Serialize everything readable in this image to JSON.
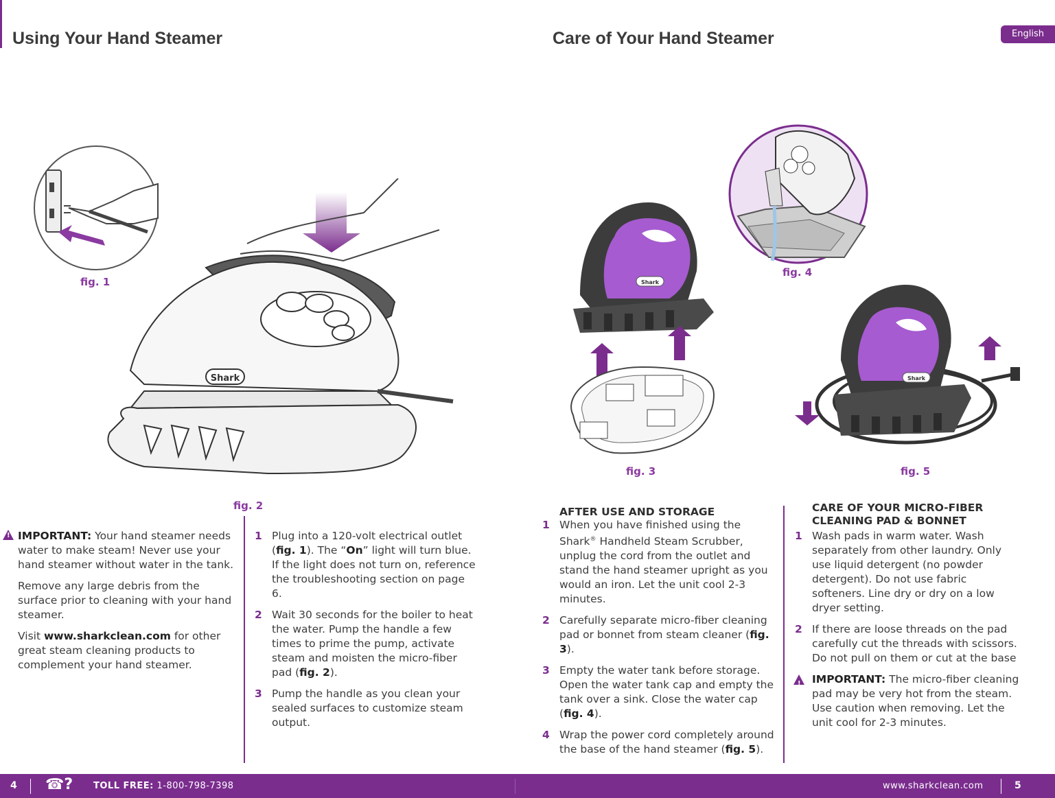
{
  "left_page": {
    "title": "Using Your Hand Steamer",
    "fig1_label": "fig. 1",
    "fig2_label": "fig. 2",
    "brand_badge": "Shark",
    "important_label": "IMPORTANT:",
    "important_text": " Your hand steamer needs water to make steam! Never use your hand steamer without water in the tank.",
    "debris_text": "Remove any large debris from the surface prior to cleaning with your hand steamer.",
    "visit_prefix": "Visit ",
    "visit_link": "www.sharkclean.com",
    "visit_suffix": " for other great steam cleaning products to complement your hand steamer.",
    "steps": [
      {
        "num": "1",
        "a": "Plug into a 120-volt electrical outlet (",
        "b": "fig. 1",
        "c": "). The “",
        "d": "On",
        "e": "” light will turn blue. If the light does not turn on, reference the troubleshooting section on page 6."
      },
      {
        "num": "2",
        "a": "Wait 30 seconds for the boiler to heat the water. Pump the handle a few times to prime the pump, activate steam and moisten the micro-fiber pad (",
        "b": "fig. 2",
        "c": ")."
      },
      {
        "num": "3",
        "a": "Pump the handle as you clean your sealed surfaces to customize steam output."
      }
    ]
  },
  "right_page": {
    "title": "Care of Your Hand Steamer",
    "language_tab": "English",
    "fig3_label": "fig. 3",
    "fig4_label": "fig. 4",
    "fig5_label": "fig. 5",
    "brand_badge": "Shark",
    "storage_heading": "AFTER USE AND STORAGE",
    "storage_steps": [
      {
        "num": "1",
        "a": "When you have finished using the ",
        "brand": "Shark",
        "reg": "®",
        "c": " Handheld Steam Scrubber, unplug the cord from the outlet and stand the hand steamer upright as you would an iron. Let the unit cool 2-3 minutes."
      },
      {
        "num": "2",
        "a": "Carefully separate micro-fiber cleaning pad or bonnet from steam cleaner (",
        "b": "fig. 3",
        "c": ")."
      },
      {
        "num": "3",
        "a": "Empty the water tank before storage. Open the water tank cap and empty the tank over a sink. Close the water cap (",
        "b": "fig. 4",
        "c": ")."
      },
      {
        "num": "4",
        "a": "Wrap the power cord completely around the base of the hand steamer (",
        "b": "fig. 5",
        "c": ")."
      }
    ],
    "care_heading": "CARE OF YOUR MICRO-FIBER CLEANING PAD & BONNET",
    "care_steps": [
      {
        "num": "1",
        "a": "Wash pads in warm water. Wash separately from other laundry. Only use liquid detergent (no powder detergent). Do not use fabric softeners. Line dry or dry on a low dryer setting."
      },
      {
        "num": "2",
        "a": "If there are loose threads on the pad carefully cut the threads with scissors. Do not pull on them or cut at the base"
      }
    ],
    "care_important_label": "IMPORTANT:",
    "care_important_text": " The micro-fiber cleaning pad may be very hot from the steam. Use caution when removing. Let the unit cool for 2-3 minutes."
  },
  "footer": {
    "left_page_number": "4",
    "phone_glyph": "☎?",
    "toll_label": "TOLL FREE:",
    "toll_number": " 1-800-798-7398",
    "website": "www.sharkclean.com",
    "right_page_number": "5"
  },
  "colors": {
    "accent": "#7b2d8e",
    "text": "#3d3d3d",
    "steamer_purple": "#a65bd0",
    "steamer_dark": "#3c3c3c"
  }
}
